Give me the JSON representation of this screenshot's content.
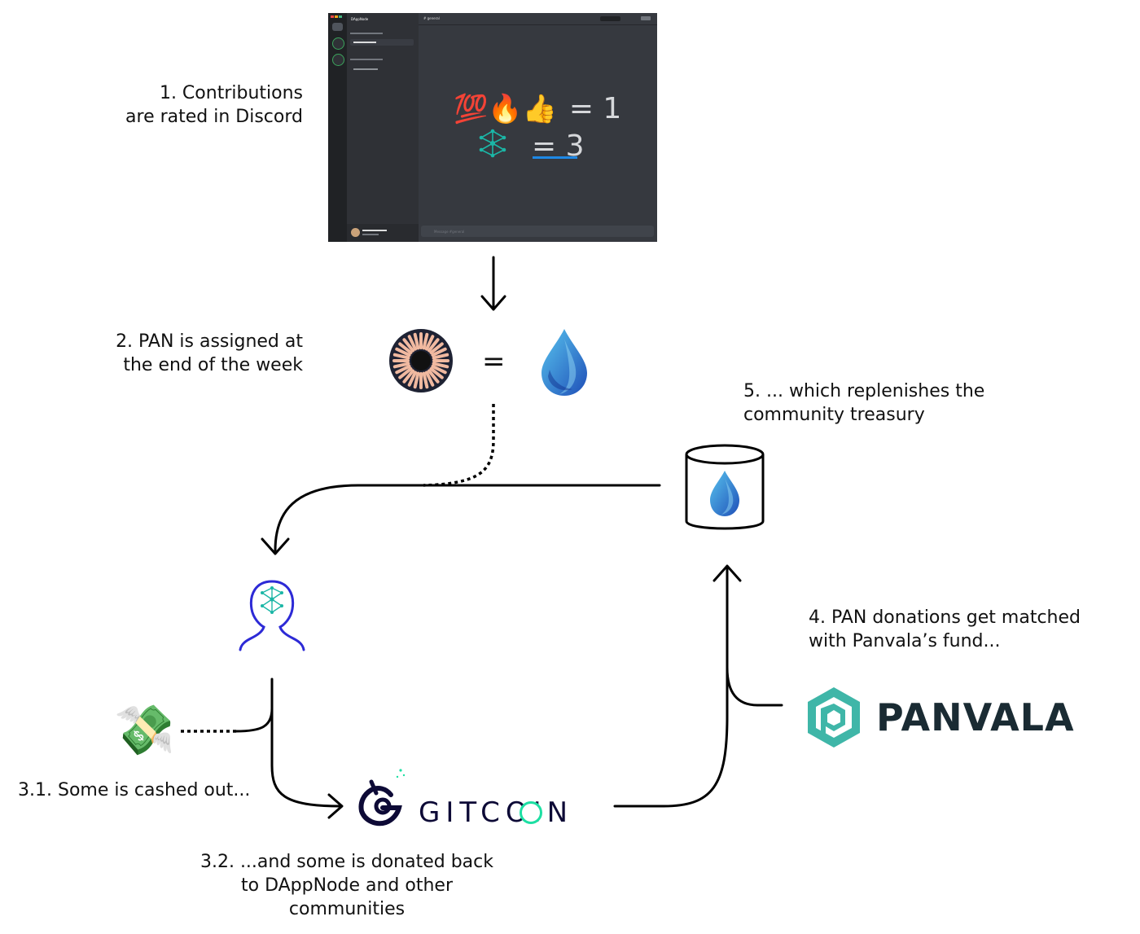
{
  "steps": {
    "s1": "1. Contributions\nare rated  in Discord",
    "s2": "2. PAN is assigned at\nthe end of the week",
    "s31": "3.1. Some is cashed out...",
    "s32": "3.2. ...and some is donated back\nto DAppNode and other\ncommunities",
    "s4": "4. PAN donations get matched\nwith Panvala’s fund...",
    "s5": "5. ... which replenishes the\ncommunity treasury"
  },
  "discord": {
    "rating_row1_emojis": "💯🔥👍",
    "rating_row1_value": "= 1",
    "rating_row2_value": "= 3",
    "server_name": "DAppNode",
    "channel_header": "# general",
    "message_placeholder": "Message #general"
  },
  "logos": {
    "panvala": "PANVALA",
    "gitcoin": "GITCOIN",
    "cashout_emoji": "💸"
  },
  "equals": "=",
  "colors": {
    "pan_drop_light": "#4fb8e8",
    "pan_drop_dark": "#1f4fb8",
    "panvala_teal": "#3fb6a8",
    "person_stroke": "#2d2ad6",
    "network_teal": "#1bb6a6",
    "gitcoin_navy": "#0d0a36",
    "gitcoin_green": "#1ddfa3",
    "discord_bg": "#36393f"
  }
}
